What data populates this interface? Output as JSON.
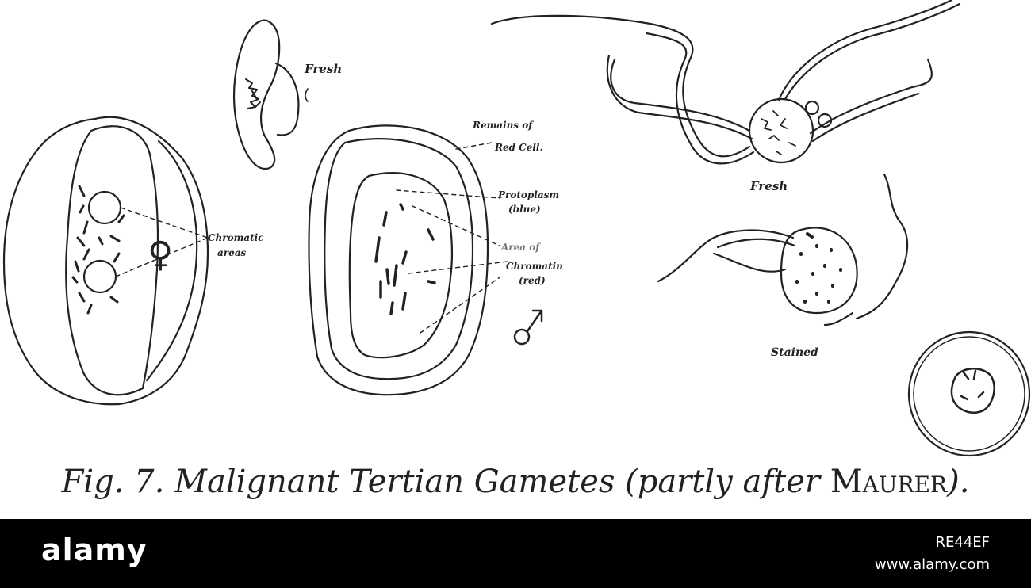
{
  "labels": {
    "fresh_top": "Fresh",
    "remains_1": "Remains of",
    "remains_2": "Red Cell.",
    "proto_1": "Protoplasm",
    "proto_2": "(blue)",
    "area_of": "Area of",
    "chromatin_1": "Chromatin",
    "chromatin_2": "(red)",
    "chromatic_1": "Chromatic",
    "chromatic_2": "areas",
    "fresh_right": "Fresh",
    "stained": "Stained",
    "female_symbol": "♀",
    "male_symbol": "♂"
  },
  "caption": {
    "prefix": "Fig. 7.   Malignant Tertian Gametes (partly after ",
    "author": "Maurer",
    "suffix": ")."
  },
  "stock": {
    "logo": "alamy",
    "image_id": "RE44EF",
    "site": "www.alamy.com"
  },
  "colors": {
    "ink": "#222222",
    "banner": "#000000",
    "paper": "#ffffff"
  }
}
